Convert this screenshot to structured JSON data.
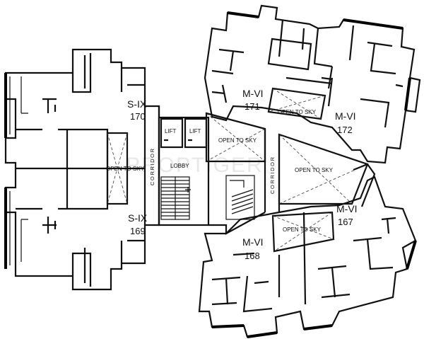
{
  "units": [
    {
      "id": "s-ix-170",
      "name": "S-IX",
      "number": "170"
    },
    {
      "id": "s-ix-169",
      "name": "S-IX",
      "number": "169"
    },
    {
      "id": "m-vi-171",
      "name": "M-VI",
      "number": "171"
    },
    {
      "id": "m-vi-172",
      "name": "M-VI",
      "number": "172"
    },
    {
      "id": "m-vi-167",
      "name": "M-VI",
      "number": "167"
    },
    {
      "id": "m-vi-168",
      "name": "M-VI",
      "number": "168"
    }
  ],
  "core": {
    "lift_label": "LIFT",
    "lobby_label": "LOBBY",
    "corridor_label": "CORRIDOR",
    "open_to_sky_label": "OPEN TO SKY"
  },
  "watermark": "PROPTIGER"
}
